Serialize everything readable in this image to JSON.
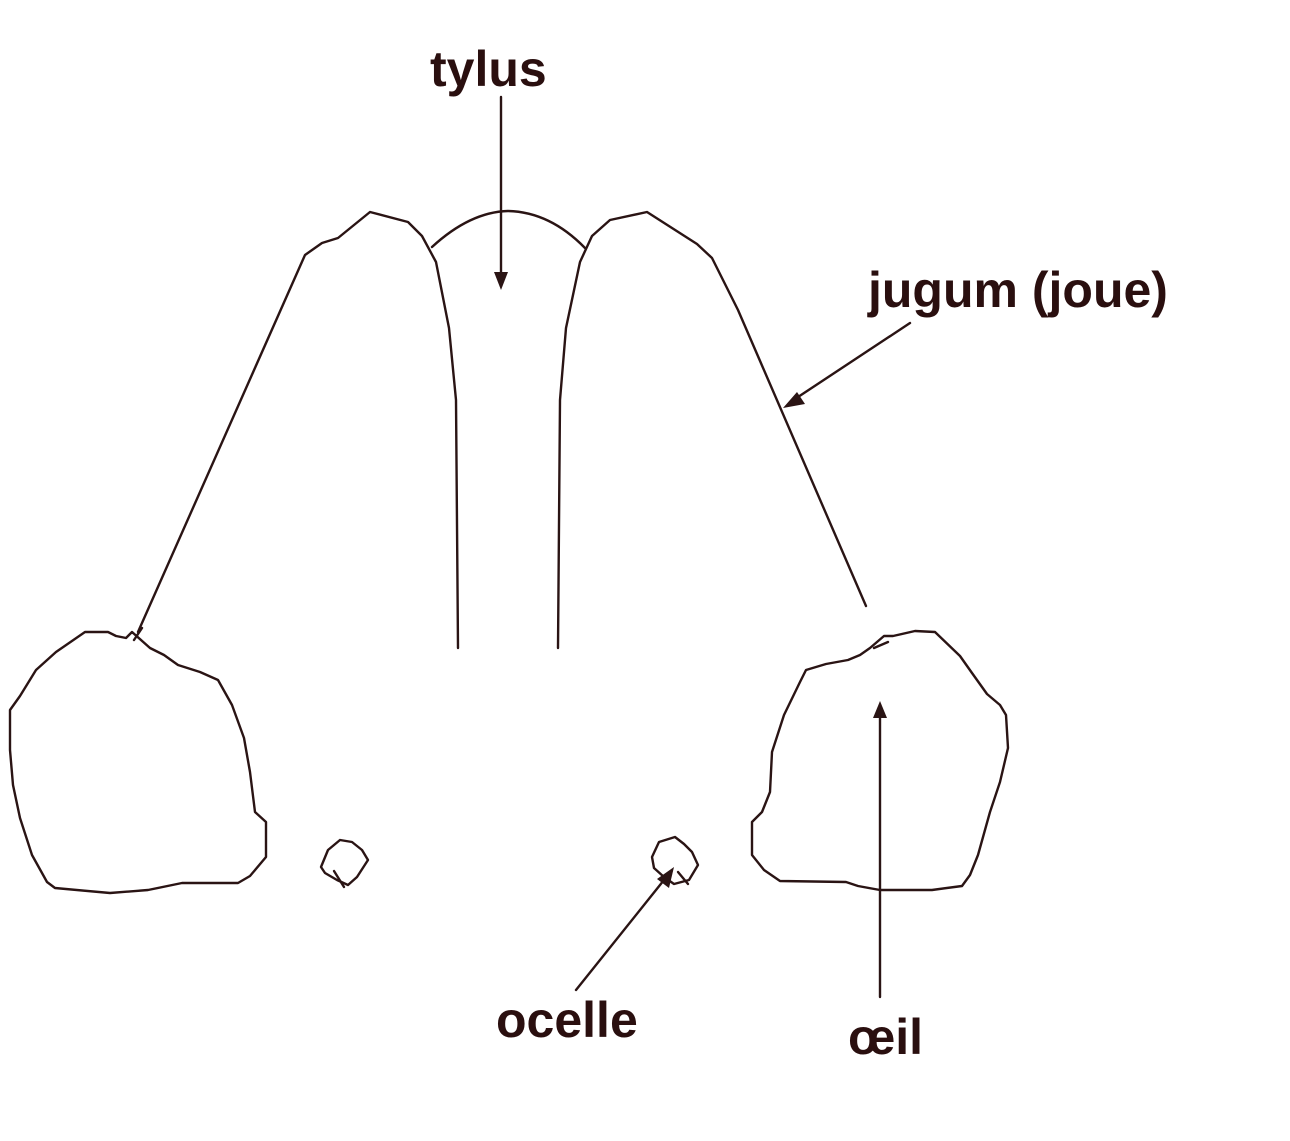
{
  "labels": {
    "tylus": "tylus",
    "jugum": "jugum (joue)",
    "ocelle": "ocelle",
    "oeil": "œil"
  },
  "colors": {
    "stroke": "#2a1414",
    "text": "#2a0f0f",
    "background": "#ffffff"
  }
}
